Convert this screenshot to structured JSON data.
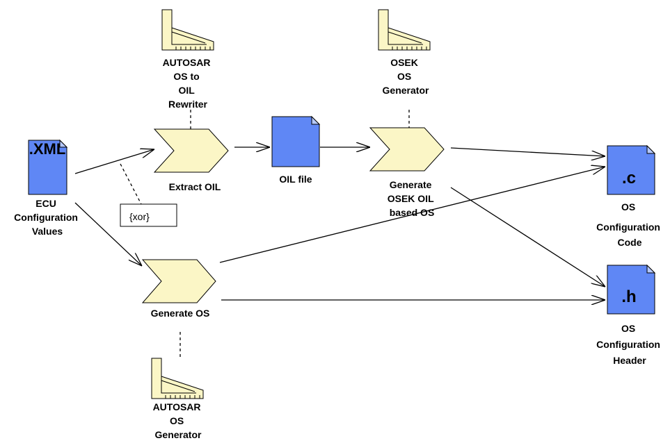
{
  "artifacts": {
    "ecu_values": {
      "glyph": ".XML",
      "label": [
        "ECU",
        "Configuration",
        "Values"
      ]
    },
    "oil_file": {
      "label": [
        "OIL file"
      ]
    },
    "os_code": {
      "glyph": ".c",
      "label": [
        "OS",
        "Configuration",
        "Code"
      ]
    },
    "os_header": {
      "glyph": ".h",
      "label": [
        "OS",
        "Configuration",
        "Header"
      ]
    }
  },
  "activities": {
    "extract_oil": {
      "label": [
        "Extract OIL"
      ]
    },
    "generate_osek": {
      "label": [
        "Generate",
        "OSEK OIL",
        "based OS"
      ]
    },
    "generate_os": {
      "label": [
        "Generate OS"
      ]
    }
  },
  "tools": {
    "rewriter": {
      "label": [
        "AUTOSAR",
        "OS to",
        "OIL",
        "Rewriter"
      ]
    },
    "osek_generator": {
      "label": [
        "OSEK",
        "OS",
        "Generator"
      ]
    },
    "autosar_generator": {
      "label": [
        "AUTOSAR",
        "OS",
        "Generator"
      ]
    }
  },
  "constraint": {
    "label": "{xor}"
  },
  "colors": {
    "artifact": "#5f87f5",
    "activity": "#fbf6c6",
    "tool": "#fbf6c6"
  }
}
